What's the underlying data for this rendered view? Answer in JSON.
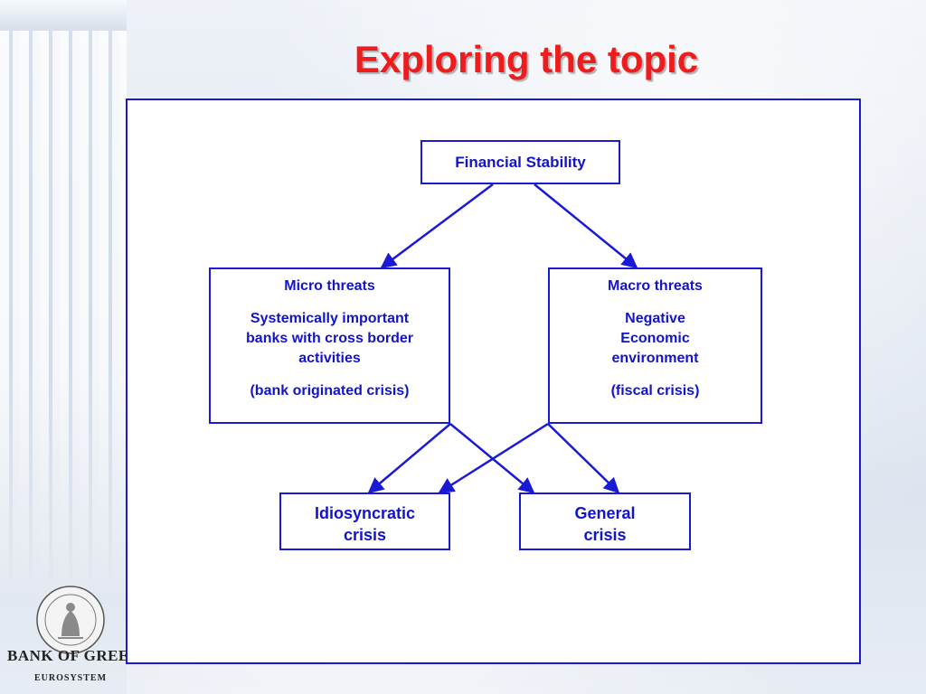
{
  "slide": {
    "title": "Exploring the topic"
  },
  "diagram": {
    "top_box": "Financial Stability",
    "micro": {
      "heading": "Micro threats",
      "body_lines": [
        "Systemically  important",
        "banks with  cross border",
        "activities"
      ],
      "note": "(bank originated crisis)"
    },
    "macro": {
      "heading": "Macro threats",
      "body_lines": [
        "Negative",
        "Economic",
        "environment"
      ],
      "note": "(fiscal crisis)"
    },
    "idiosyncratic": [
      "Idiosyncratic",
      "crisis"
    ],
    "general": [
      "General",
      "crisis"
    ]
  },
  "branding": {
    "bank_name": "BANK OF GREECE",
    "eurosystem": "EUROSYSTEM",
    "logo": "bank-of-greece-seal"
  },
  "colors": {
    "title": "#ee1c1c",
    "diagram": "#1a1ad6"
  }
}
